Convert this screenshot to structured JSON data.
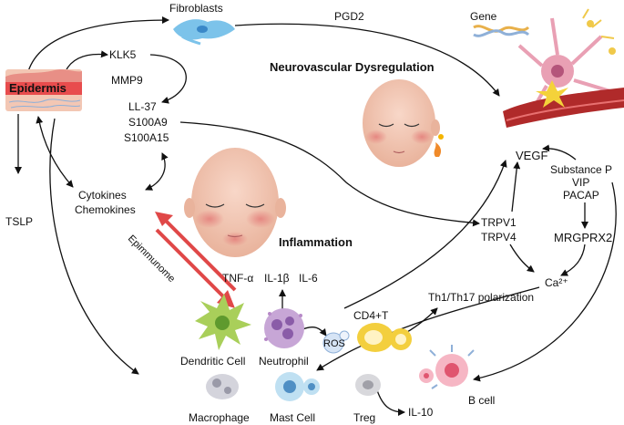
{
  "labels": {
    "fibroblasts": "Fibroblasts",
    "pgd2": "PGD2",
    "gene": "Gene",
    "epidermis": "Epidermis",
    "klk5": "KLK5",
    "mmp9": "MMP9",
    "ll37": "LL-37",
    "s100a9": "S100A9",
    "s100a15": "S100A15",
    "neurovascular": "Neurovascular Dysregulation",
    "vegf": "VEGF",
    "substance_p": "Substance P",
    "vip": "VIP",
    "pacap": "PACAP",
    "cytokines": "Cytokines",
    "chemokines": "Chemokines",
    "tslp": "TSLP",
    "trpv1": "TRPV1",
    "trpv4": "TRPV4",
    "mrgprx2": "MRGPRX2",
    "inflammation": "Inflammation",
    "epimmunome": "Epimmunome",
    "tnf": "TNF-α",
    "il1b": "IL-1β",
    "il6": "IL-6",
    "ca": "Ca²⁺",
    "th": "Th1/Th17 polarization",
    "cd4": "CD4+T",
    "ros": "ROS",
    "dendritic": "Dendritic Cell",
    "neutrophil": "Neutrophil",
    "bcell": "B cell",
    "macrophage": "Macrophage",
    "mast": "Mast Cell",
    "treg": "Treg",
    "il10": "IL-10"
  },
  "colors": {
    "epidermis_red": "#e5363b",
    "skin": "#f3c7b4",
    "vessel": "#b02a2a",
    "red_arrow": "#e04848"
  }
}
